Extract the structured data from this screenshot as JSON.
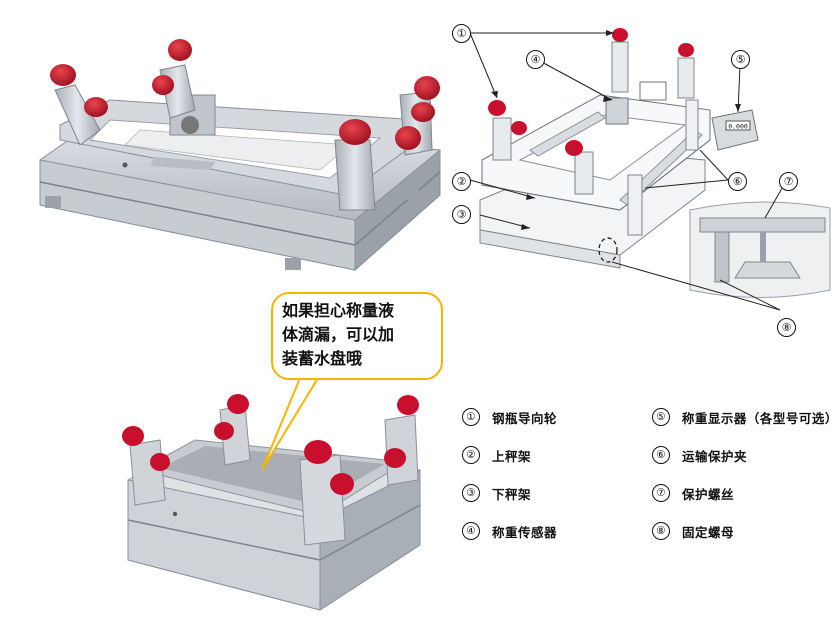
{
  "callout": {
    "line1": "如果担心称量液",
    "line2": "体滴漏，可以加",
    "line3": "装蓄水盘哦"
  },
  "markers": [
    "①",
    "②",
    "③",
    "④",
    "⑤",
    "⑥",
    "⑦",
    "⑧"
  ],
  "display_readout": "0.000",
  "legend": [
    {
      "num": "①",
      "text": "钢瓶导向轮"
    },
    {
      "num": "②",
      "text": "上秤架"
    },
    {
      "num": "③",
      "text": "下秤架"
    },
    {
      "num": "④",
      "text": "称重传感器"
    },
    {
      "num": "⑤",
      "text": "称重显示器（各型号可选）"
    },
    {
      "num": "⑥",
      "text": "运输保护夹"
    },
    {
      "num": "⑦",
      "text": "保护螺丝"
    },
    {
      "num": "⑧",
      "text": "固定螺母"
    }
  ],
  "colors": {
    "roller": "#c8102e",
    "steel": "#b9bec4",
    "callout_border": "#f4b400"
  }
}
